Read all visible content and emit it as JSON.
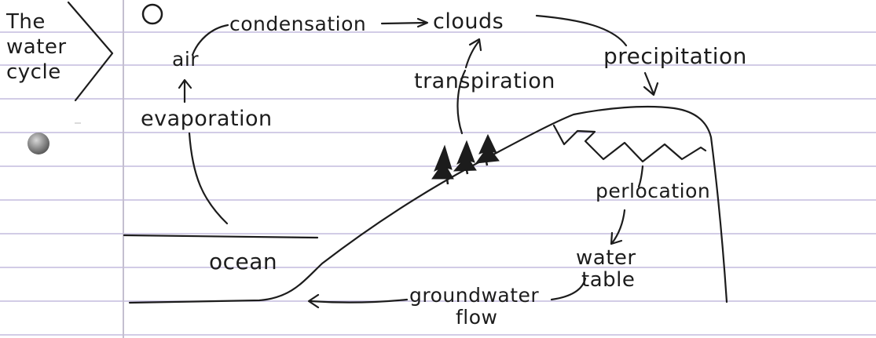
{
  "title": {
    "lines": [
      "The",
      "water",
      "cycle"
    ]
  },
  "labels": {
    "air": "air",
    "condensation": "condensation",
    "clouds": "clouds",
    "precipitation": "precipitation",
    "transpiration": "transpiration",
    "evaporation": "evaporation",
    "percolation": "perlocation",
    "ocean": "ocean",
    "water_table_1": "water",
    "water_table_2": "table",
    "groundwater_1": "groundwater",
    "groundwater_2": "flow"
  },
  "colors": {
    "ink": "#1c1c1c",
    "rule_line": "#b7aed6",
    "margin_line": "#c4bfd0",
    "paper": "#ffffff"
  }
}
